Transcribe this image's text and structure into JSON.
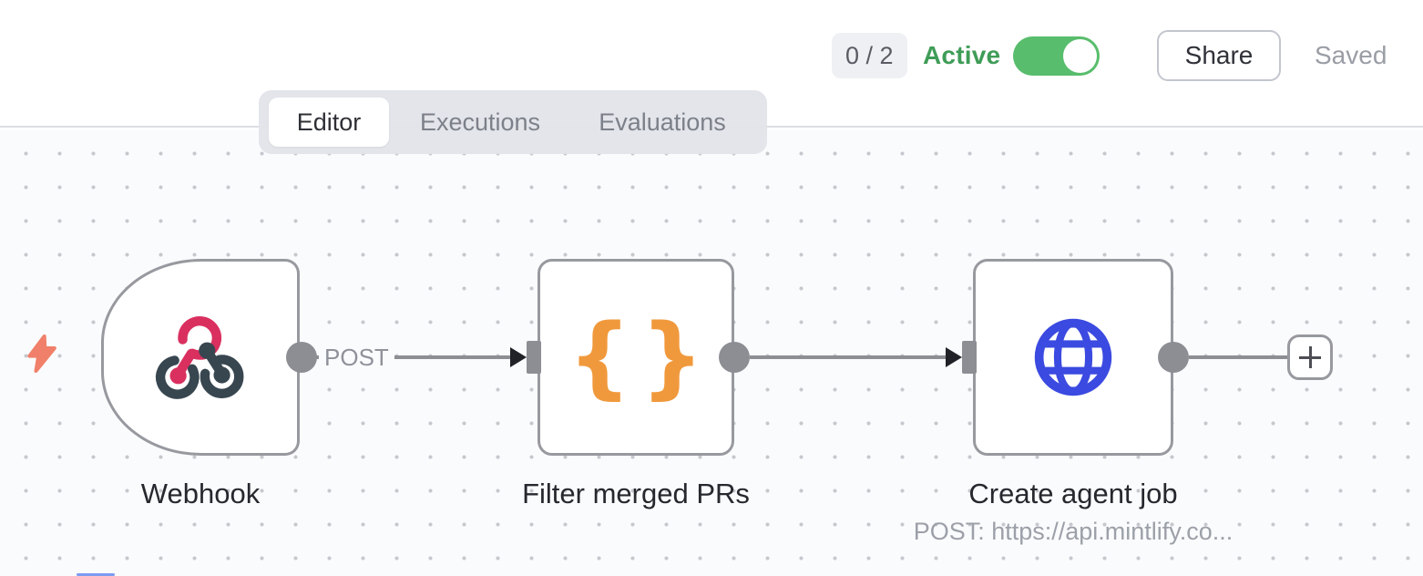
{
  "header": {
    "counter_badge": "0 / 2",
    "active_label": "Active",
    "toggle_on": true,
    "share_button": "Share",
    "saved_status": "Saved"
  },
  "tabs": [
    {
      "label": "Editor",
      "active": true
    },
    {
      "label": "Executions",
      "active": false
    },
    {
      "label": "Evaluations",
      "active": false
    }
  ],
  "workflow": {
    "nodes": [
      {
        "label": "Webhook",
        "type": "webhook-trigger",
        "icon": "webhook-icon"
      },
      {
        "label": "Filter merged PRs",
        "type": "code",
        "icon": "curly-braces-icon",
        "icon_glyph": "{}"
      },
      {
        "label": "Create agent job",
        "subtitle": "POST: https://api.mintlify.co...",
        "type": "http-request",
        "icon": "globe-icon"
      }
    ],
    "connections": [
      {
        "from": "Webhook",
        "to": "Filter merged PRs",
        "label": "POST"
      },
      {
        "from": "Filter merged PRs",
        "to": "Create agent job",
        "label": ""
      },
      {
        "from": "Create agent job",
        "to": "add-node",
        "label": ""
      }
    ]
  },
  "colors": {
    "accent_green_text": "#3f9c57",
    "toggle_green": "#58bd6c",
    "node_border_gray": "#97999f",
    "connector_gray": "#8c8e94",
    "arrow_dark": "#202227",
    "webhook_pink": "#d9305f",
    "webhook_slate": "#384650",
    "braces_orange": "#f0993c",
    "globe_blue": "#3b4ae0",
    "bolt_coral": "#f0806a",
    "canvas_bg": "#fafbfd"
  }
}
